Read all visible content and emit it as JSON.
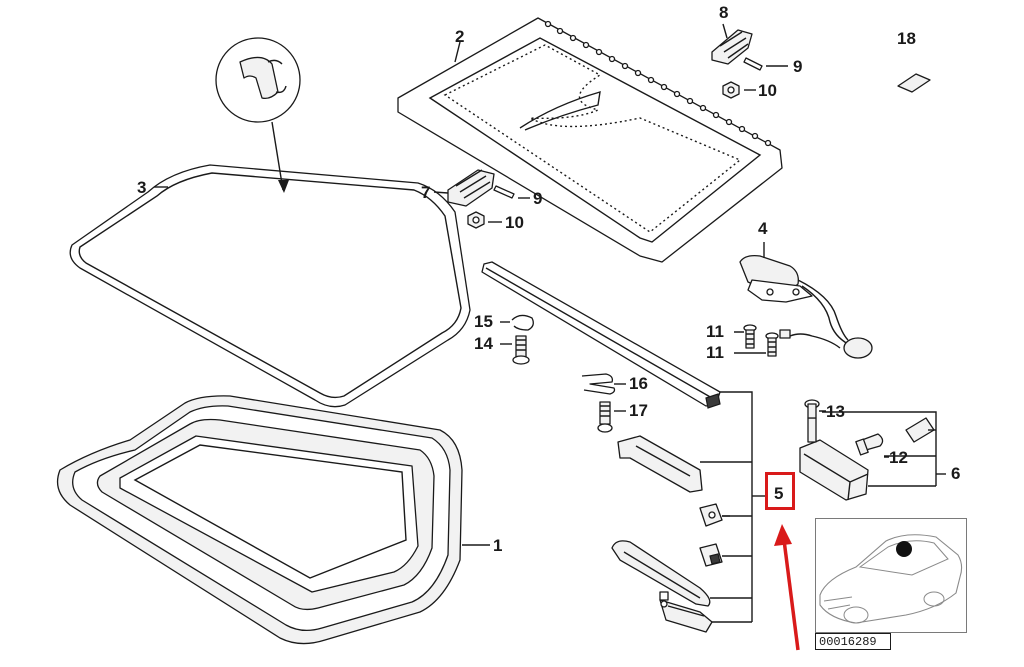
{
  "callouts": {
    "c1": "1",
    "c2": "2",
    "c3": "3",
    "c4": "4",
    "c5": "5",
    "c6": "6",
    "c7": "7",
    "c8": "8",
    "c9a": "9",
    "c9b": "9",
    "c10a": "10",
    "c10b": "10",
    "c11a": "11",
    "c11b": "11",
    "c12": "12",
    "c13": "13",
    "c14": "14",
    "c15": "15",
    "c16": "16",
    "c17": "17",
    "c18": "18"
  },
  "diagram_id": "00016289",
  "highlight": {
    "part": "5",
    "color": "#d91a1a"
  },
  "icons": {
    "zoom_detail": "seal-profile-magnifier",
    "inset": "car-location-inset",
    "arrow": "red-pointer-arrow"
  }
}
